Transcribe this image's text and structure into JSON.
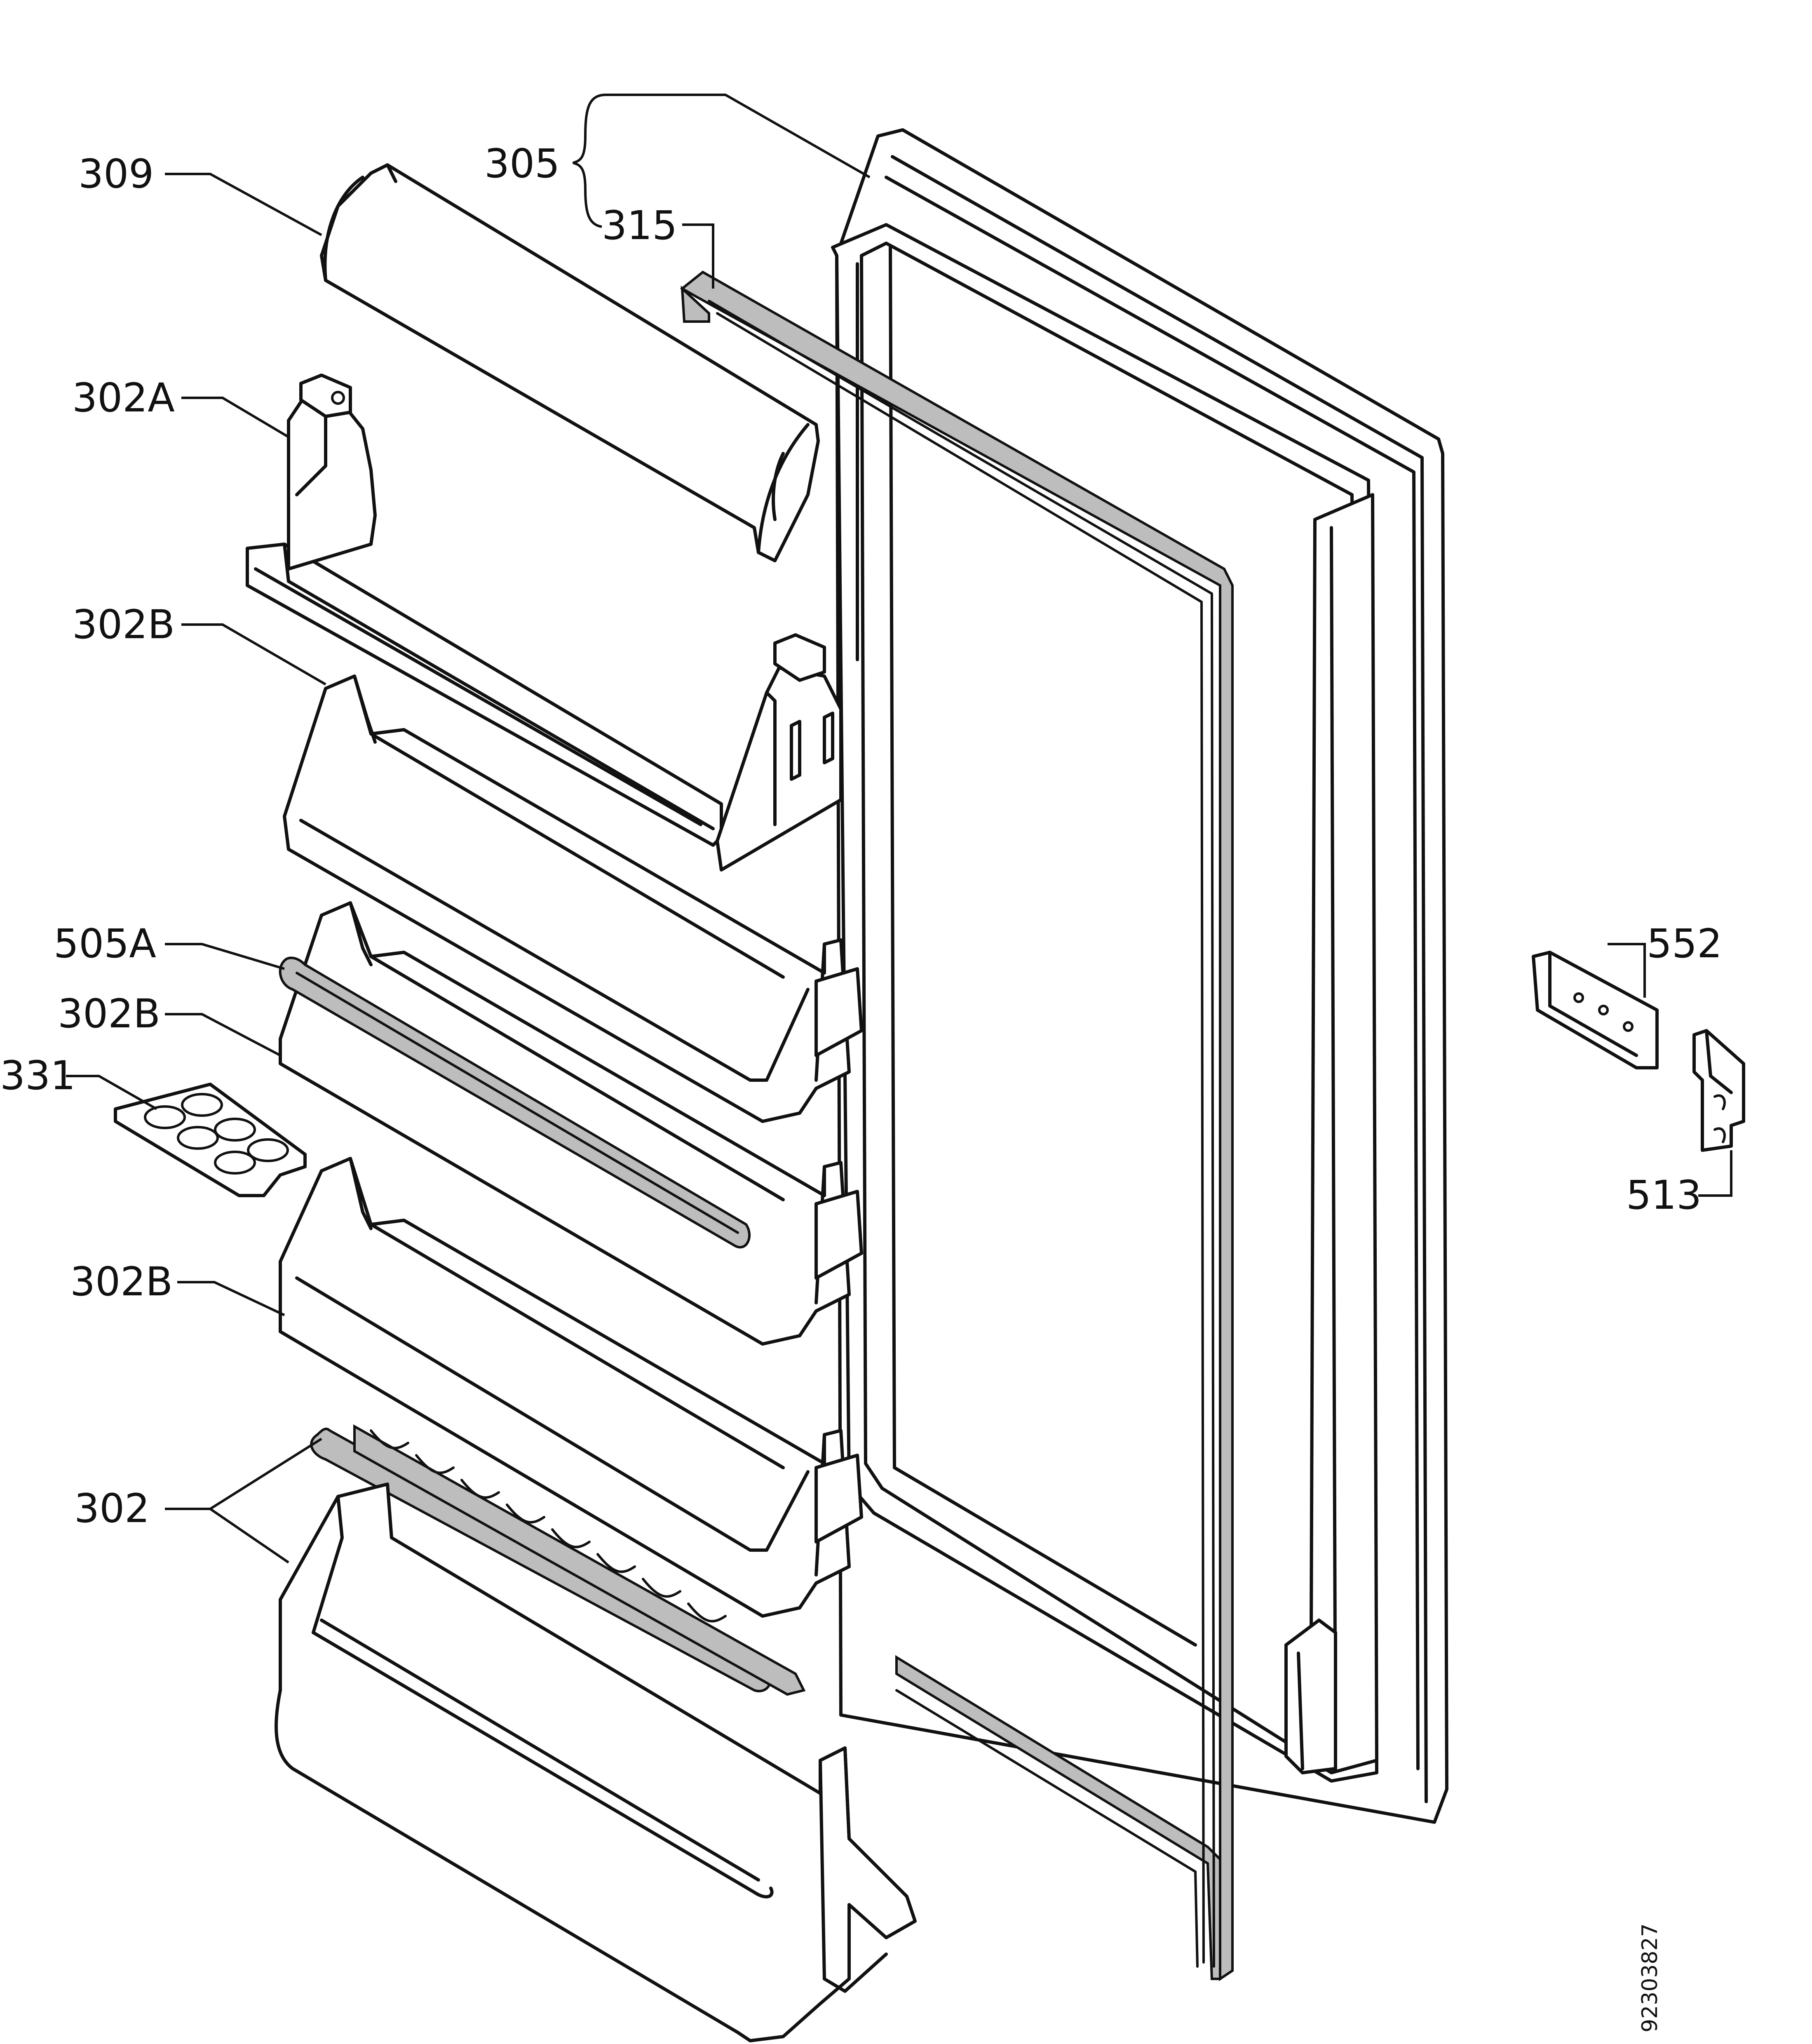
{
  "labels": {
    "l309": "309",
    "l305": "305",
    "l315": "315",
    "l302A": "302A",
    "l302B_1": "302B",
    "l505A": "505A",
    "l302B_2": "302B",
    "l331": "331",
    "l302B_3": "302B",
    "l302": "302",
    "l552": "552",
    "l513": "513"
  },
  "drawing_code": "92303827"
}
